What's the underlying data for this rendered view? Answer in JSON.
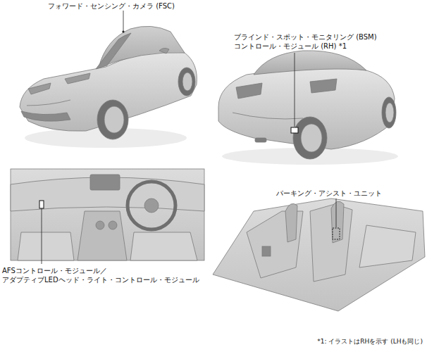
{
  "diagram": {
    "labels": [
      "フォワード・センシング・カメラ (FSC)",
      "ブラインド・スポット・モニタリング (BSM) コントロール・モジュール (RH) *1",
      "AFSコントロール・モジュール／ アダプティブLEDヘッド・ライト・コントロール・モジュール",
      "パーキング・アシスト・ユニット",
      "*1: イラストはRHを示す (LHも同じ)"
    ]
  }
}
